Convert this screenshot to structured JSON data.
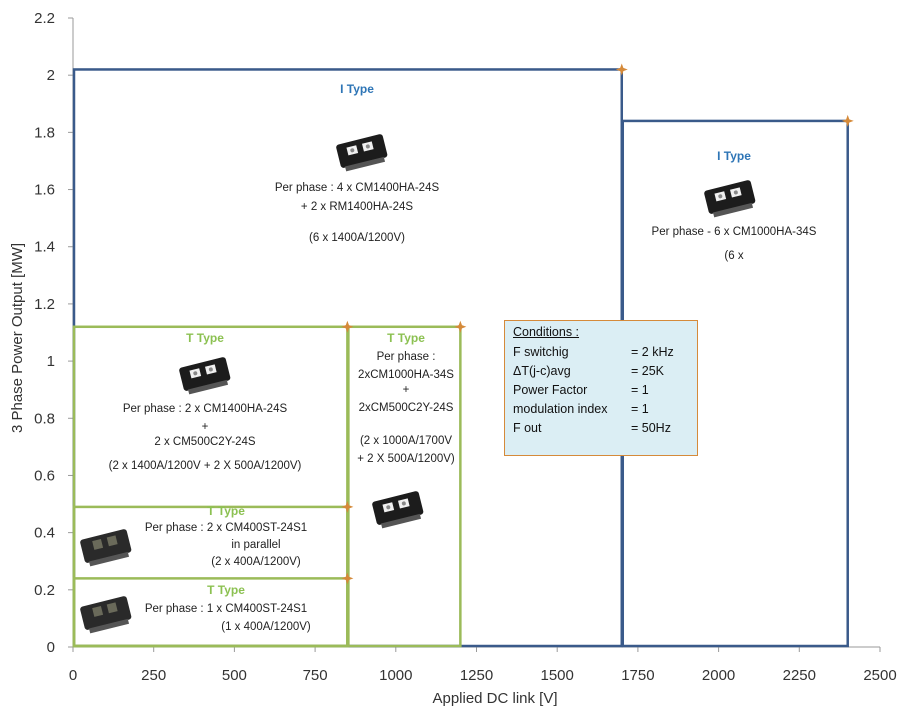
{
  "chart_data": {
    "type": "region",
    "xlabel": "Applied  DC link [V]",
    "ylabel": "3 Phase Power Output  [MW]",
    "xlim": [
      0,
      2500
    ],
    "ylim": [
      0,
      2.2
    ],
    "xticks": [
      "0",
      "250",
      "500",
      "750",
      "1000",
      "1250",
      "1500",
      "1750",
      "2000",
      "2250",
      "2500"
    ],
    "yticks": [
      "0",
      "0.2",
      "0.4",
      "0.6",
      "0.8",
      "1",
      "1.2",
      "1.4",
      "1.6",
      "1.8",
      "2",
      "2.2"
    ],
    "xtick_values": [
      0,
      250,
      500,
      750,
      1000,
      1250,
      1500,
      1750,
      2000,
      2250,
      2500
    ],
    "ytick_values": [
      0,
      0.2,
      0.4,
      0.6,
      0.8,
      1,
      1.2,
      1.4,
      1.6,
      1.8,
      2,
      2.2
    ],
    "grid": false,
    "regions": [
      {
        "key": "i-type-large",
        "x": [
          0,
          1700
        ],
        "y": [
          0,
          2.02
        ],
        "color": "#3a5a8a",
        "title": "I Type",
        "title_color": "#2e75b6",
        "lines": [
          "Per phase : 4 x CM1400HA-24S",
          "+ 2 x RM1400HA-24S",
          "(6 x 1400A/1200V)"
        ]
      },
      {
        "key": "i-type-right",
        "x": [
          1700,
          2400
        ],
        "y": [
          0,
          1.84
        ],
        "color": "#3a5a8a",
        "title": "I Type",
        "title_color": "#2e75b6",
        "lines": [
          "Per phase - 6 x CM1000HA-34S",
          "(6 x"
        ]
      },
      {
        "key": "t-type-upper-left",
        "x": [
          0,
          850
        ],
        "y": [
          0,
          1.12
        ],
        "color": "#9bbb59",
        "title": "T Type",
        "title_color": "#8cc152",
        "lines": [
          "Per phase : 2 x CM1400HA-24S",
          "+",
          "2 x CM500C2Y-24S",
          "(2 x 1400A/1200V + 2 X 500A/1200V)"
        ]
      },
      {
        "key": "t-type-middle",
        "x": [
          850,
          1200
        ],
        "y": [
          0,
          1.12
        ],
        "color": "#9bbb59",
        "title": "T Type",
        "title_color": "#8cc152",
        "lines": [
          "Per phase :",
          "2xCM1000HA-34S",
          "+",
          "2xCM500C2Y-24S",
          "(2 x 1000A/1700V",
          "+ 2 X 500A/1200V)"
        ]
      },
      {
        "key": "t-type-400-parallel",
        "x": [
          0,
          850
        ],
        "y": [
          0,
          0.49
        ],
        "color": "#9bbb59",
        "title": "T Type",
        "title_color": "#8cc152",
        "lines": [
          "Per phase : 2 x CM400ST-24S1",
          "in parallel",
          "(2 x 400A/1200V)"
        ]
      },
      {
        "key": "t-type-400-single",
        "x": [
          0,
          850
        ],
        "y": [
          0,
          0.24
        ],
        "color": "#9bbb59",
        "title": "T Type",
        "title_color": "#8cc152",
        "lines": [
          "Per phase : 1 x CM400ST-24S1",
          "(1 x 400A/1200V)"
        ]
      }
    ],
    "markers": [
      {
        "x": 1700,
        "y": 2.02
      },
      {
        "x": 2400,
        "y": 1.84
      },
      {
        "x": 850,
        "y": 1.12
      },
      {
        "x": 1200,
        "y": 1.12
      },
      {
        "x": 850,
        "y": 0.49
      },
      {
        "x": 850,
        "y": 0.24
      }
    ],
    "marker_color": "#d58a3a",
    "module_icons": [
      "igbt-module-icon",
      "igbt-module-icon",
      "igbt-module-icon",
      "igbt-module-icon",
      "igbt-module-icon",
      "igbt-module-icon"
    ]
  },
  "conditions": {
    "title": "Conditions :",
    "rows": [
      {
        "label": "F switchig",
        "value": "= 2 kHz"
      },
      {
        "label": "ΔT(j-c)avg",
        "value": "= 25K"
      },
      {
        "label": "Power Factor",
        "value": "= 1"
      },
      {
        "label": "modulation  index",
        "value": "= 1"
      },
      {
        "label": "F out",
        "value": "= 50Hz"
      }
    ]
  }
}
